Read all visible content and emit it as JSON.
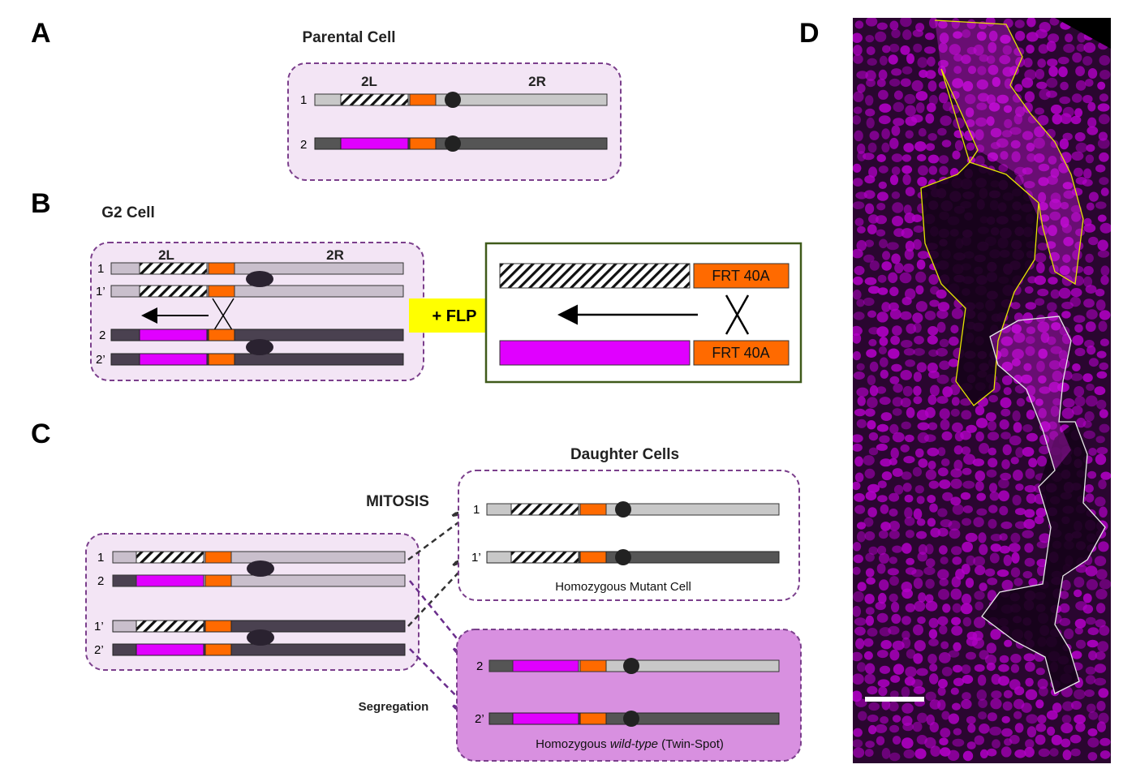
{
  "panels": {
    "A": {
      "letter": "A",
      "title": "Parental Cell",
      "arm_left": "2L",
      "arm_right": "2R",
      "rows": [
        "1",
        "2"
      ]
    },
    "B": {
      "letter": "B",
      "title": "G2 Cell",
      "arm_left": "2L",
      "arm_right": "2R",
      "rows": [
        "1",
        "1’",
        "2",
        "2’"
      ],
      "flp_label": "+ FLP",
      "frt_label": "FRT 40A"
    },
    "C": {
      "letter": "C",
      "title": "Daughter Cells",
      "mitosis_label": "MITOSIS",
      "segregation_label": "Segregation",
      "rows": [
        "1",
        "2",
        "1’",
        "2’"
      ],
      "mutant_rows": [
        "1",
        "1’"
      ],
      "mutant_caption": "Homozygous Mutant Cell",
      "wildtype_rows": [
        "2",
        "2’"
      ],
      "wildtype_caption_pre": "Homozygous ",
      "wildtype_caption_italic": "wild-type",
      "wildtype_caption_post": " (Twin-Spot)"
    },
    "D": {
      "letter": "D"
    }
  },
  "colors": {
    "light_chrom": "#c8c8c8",
    "dark_chrom": "#555555",
    "pale_chrom": "#c9bfcc",
    "deep_chrom": "#4a4150",
    "magenta": "#e000ff",
    "orange": "#ff6a00",
    "cell_fill": "#f3e5f5",
    "cell_border": "#7b3f8c",
    "wildtype_fill": "#d890e0",
    "flp_yellow": "#ffff00",
    "box_green": "#3f5a1a",
    "micro_bg": "#2a0630",
    "micro_nuclei": "#b400c8",
    "outline_yellow": "#e6e600",
    "outline_white": "#e8e8e8"
  }
}
